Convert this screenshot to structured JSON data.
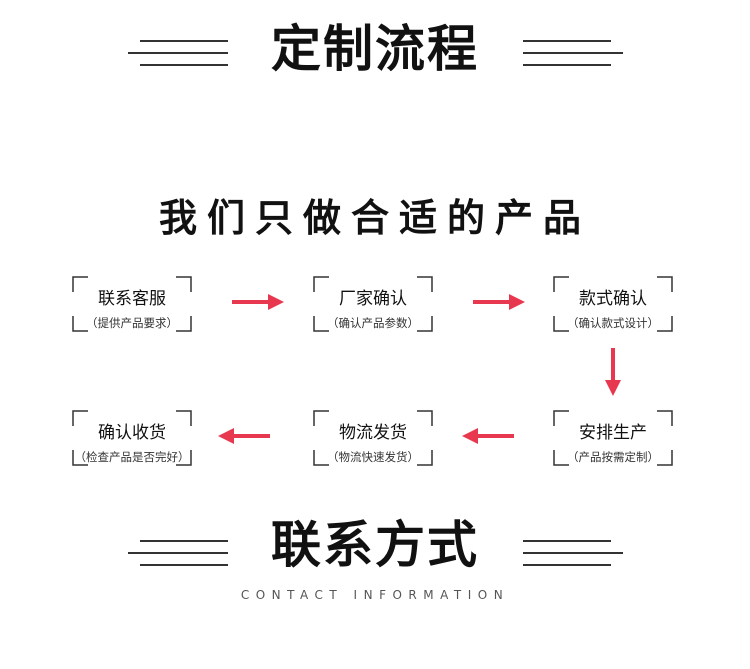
{
  "titles": {
    "top": "定制流程",
    "subtitle": "我们只做合适的产品",
    "bottom": "联系方式",
    "bottom_en": "CONTACT INFORMATION"
  },
  "steps": [
    {
      "name": "联系客服",
      "desc": "（提供产品要求）"
    },
    {
      "name": "厂家确认",
      "desc": "（确认产品参数）"
    },
    {
      "name": "款式确认",
      "desc": "（确认款式设计）"
    },
    {
      "name": "安排生产",
      "desc": "（产品按需定制）"
    },
    {
      "name": "物流发货",
      "desc": "（物流快速发货）"
    },
    {
      "name": "确认收货",
      "desc": "（检查产品是否完好）"
    }
  ],
  "colors": {
    "arrow": "#e8384f",
    "text": "#111111",
    "decor_lines": "#333333"
  }
}
